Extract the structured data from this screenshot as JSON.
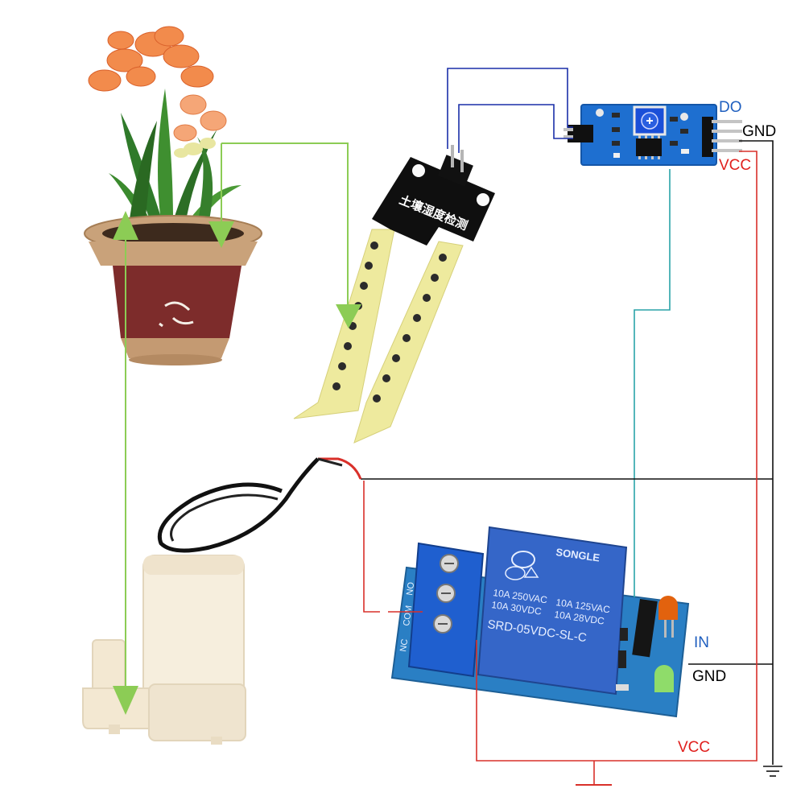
{
  "labels": {
    "sensor_do": "DO",
    "sensor_gnd": "GND",
    "sensor_vcc": "VCC",
    "relay_in": "IN",
    "relay_gnd": "GND",
    "supply_vcc": "VCC"
  },
  "probe_text": "土壤湿度检测",
  "relay_text": {
    "brand": "SONGLE",
    "rating1": "10A 250VAC",
    "rating2": "10A 30VDC",
    "rating3": "10A 125VAC",
    "rating4": "10A 28VDC",
    "model": "SRD-05VDC-SL-C",
    "terminal_no": "NO",
    "terminal_com": "COM",
    "terminal_nc": "NC"
  },
  "colors": {
    "do_label": "#1f5fbf",
    "gnd_label": "#000000",
    "vcc_label": "#e0201e",
    "wire_blue": "#1a2fa8",
    "wire_teal": "#2aa3a8",
    "wire_red": "#d9302a",
    "wire_black": "#111111",
    "flow_arrow": "#8ccc55"
  }
}
